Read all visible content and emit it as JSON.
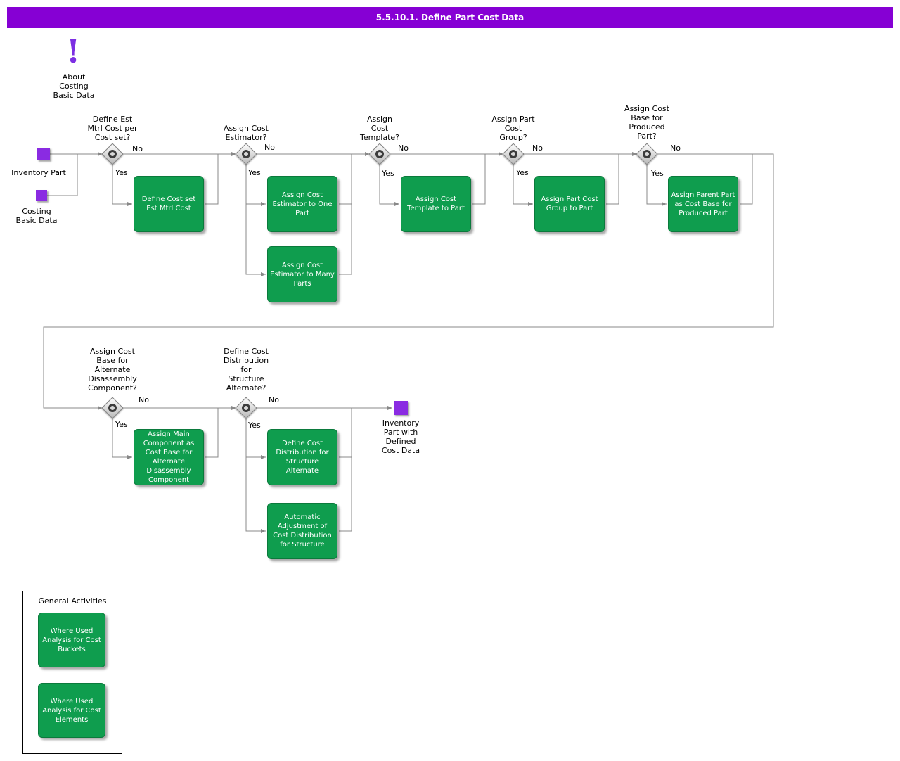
{
  "title_bar": {
    "title": "5.5.10.1. Define Part Cost Data"
  },
  "colors": {
    "title_bar": "#8600D4",
    "task_green": "#0F9D4E",
    "event_purple": "#8A2BE2",
    "line_gray": "#888888"
  },
  "about": {
    "label": "About\nCosting\nBasic Data"
  },
  "start_nodes": {
    "inventory_part": "Inventory Part",
    "costing_basic_data": "Costing\nBasic Data"
  },
  "decisions": [
    {
      "question": "Define Est\nMtrl Cost per\nCost set?",
      "no": "No",
      "yes": "Yes"
    },
    {
      "question": "Assign Cost\nEstimator?",
      "no": "No",
      "yes": "Yes"
    },
    {
      "question": "Assign\nCost\nTemplate?",
      "no": "No",
      "yes": "Yes"
    },
    {
      "question": "Assign Part\nCost\nGroup?",
      "no": "No",
      "yes": "Yes"
    },
    {
      "question": "Assign Cost\nBase for\nProduced\nPart?",
      "no": "No",
      "yes": "Yes"
    },
    {
      "question": "Assign Cost\nBase for\nAlternate\nDisassembly\nComponent?",
      "no": "No",
      "yes": "Yes"
    },
    {
      "question": "Define Cost\nDistribution\nfor\nStructure\nAlternate?",
      "no": "No",
      "yes": "Yes"
    }
  ],
  "tasks": [
    {
      "label": "Define Cost set Est Mtrl Cost"
    },
    {
      "label": "Assign Cost Estimator to One Part"
    },
    {
      "label": "Assign Cost Estimator to Many Parts"
    },
    {
      "label": "Assign Cost Template to Part"
    },
    {
      "label": "Assign Part Cost Group to Part"
    },
    {
      "label": "Assign Parent Part as Cost Base for Produced Part"
    },
    {
      "label": "Assign Main Component as Cost Base for Alternate Disassembly Component"
    },
    {
      "label": "Define Cost Distribution for Structure Alternate"
    },
    {
      "label": "Automatic Adjustment of Cost Distribution for Structure"
    }
  ],
  "end_node": {
    "label": "Inventory\nPart with\nDefined\nCost Data"
  },
  "general_activities": {
    "title": "General Activities",
    "items": [
      {
        "label": "Where Used Analysis for Cost Buckets"
      },
      {
        "label": "Where Used Analysis for Cost Elements"
      }
    ]
  }
}
